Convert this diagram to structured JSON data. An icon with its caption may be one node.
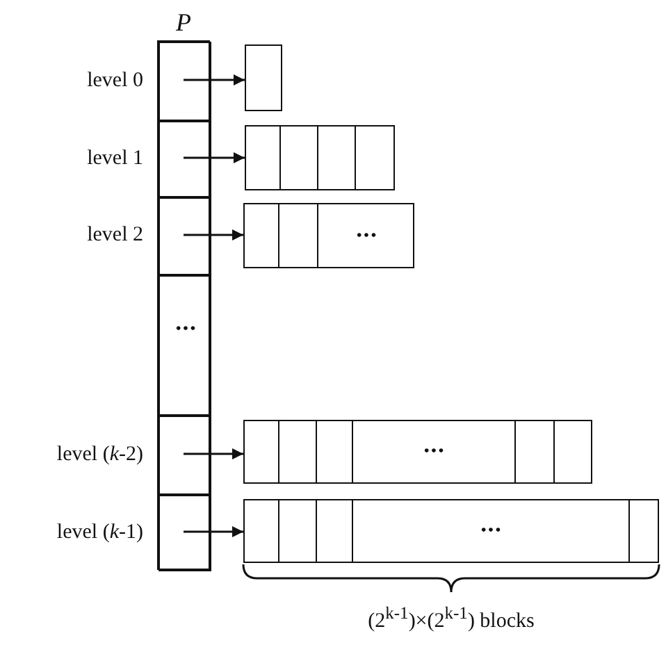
{
  "diagram": {
    "nodes": [
      {
        "text": [
          "P"
        ]
      },
      {
        "text": [],
        "shape": "box",
        "in": 0,
        "beside": [
          "level 0"
        ]
      },
      {
        "text": [],
        "shape": "box",
        "in": 0,
        "beside": [
          "level 1"
        ]
      },
      {
        "text": [],
        "shape": "box",
        "in": 0,
        "beside": [
          "level 2"
        ]
      },
      {
        "text": [
          "•••"
        ],
        "in": 0
      },
      {
        "text": [],
        "shape": "box",
        "in": 0,
        "beside": [
          "level (*k*-2)"
        ]
      },
      {
        "text": [],
        "shape": "box",
        "in": 0,
        "beside": [
          "level (*k*-1)"
        ]
      },
      {
        "text": [],
        "shape": "box"
      },
      {
        "text": [],
        "shape": "box"
      },
      {
        "text": [
          "•••"
        ]
      },
      {
        "text": [
          "•••"
        ]
      },
      {
        "text": [
          "•••"
        ]
      }
    ],
    "edges": [
      {
        "from": 1,
        "to": 7,
        "arrow": "to"
      },
      {
        "from": 2,
        "to": 8,
        "arrow": "to"
      },
      {
        "from": 3,
        "to": 9,
        "arrow": "to"
      },
      {
        "from": 5,
        "to": 10,
        "arrow": "to"
      },
      {
        "from": 6,
        "to": 11,
        "arrow": "to"
      }
    ],
    "labels": [
      "(2$^{k-1}$)×(2$^{k-1}$) blocks"
    ]
  }
}
